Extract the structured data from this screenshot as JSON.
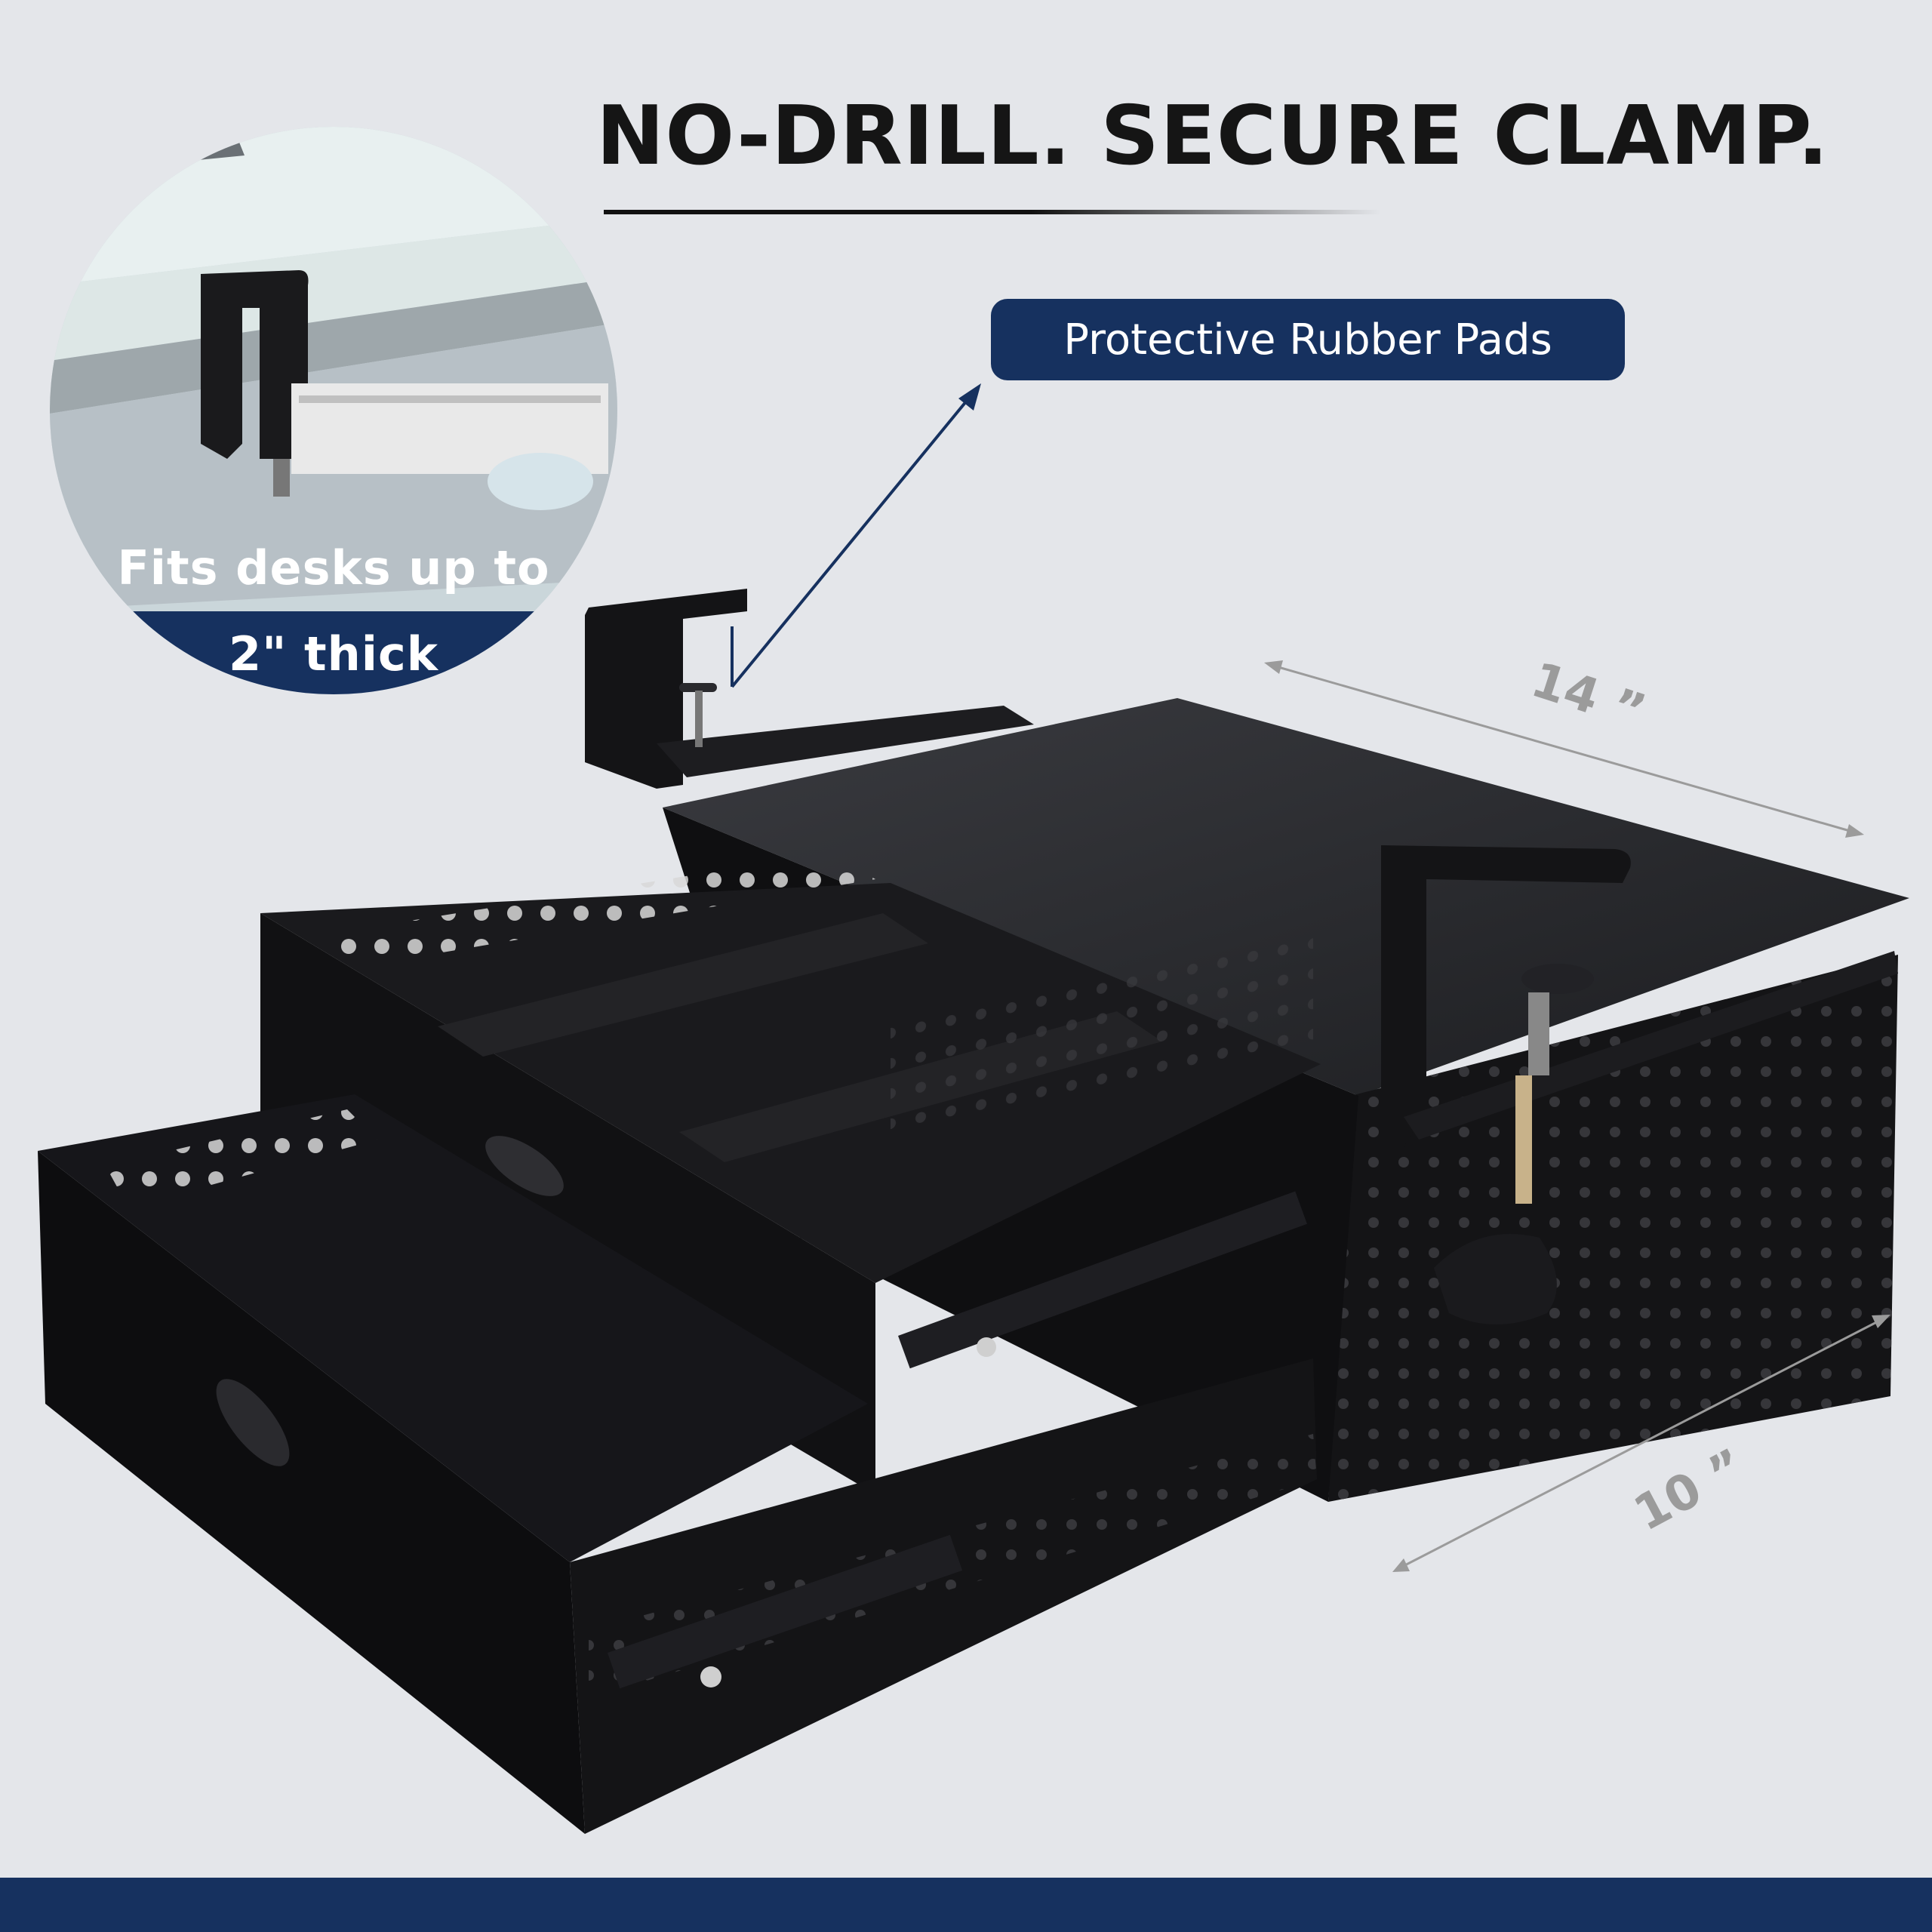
{
  "headline": "NO-DRILL. SECURE CLAMP.",
  "callout": {
    "label": "Protective Rubber Pads"
  },
  "inset": {
    "caption_line1": "Fits desks up to",
    "caption_line2": "2\" thick"
  },
  "dimensions": {
    "width_label": "14 ”",
    "depth_label": "10 ”"
  },
  "colors": {
    "navy": "#16315f",
    "background": "#e4e6ea",
    "product": "#141416",
    "dimension_text": "#9b9b9b"
  }
}
